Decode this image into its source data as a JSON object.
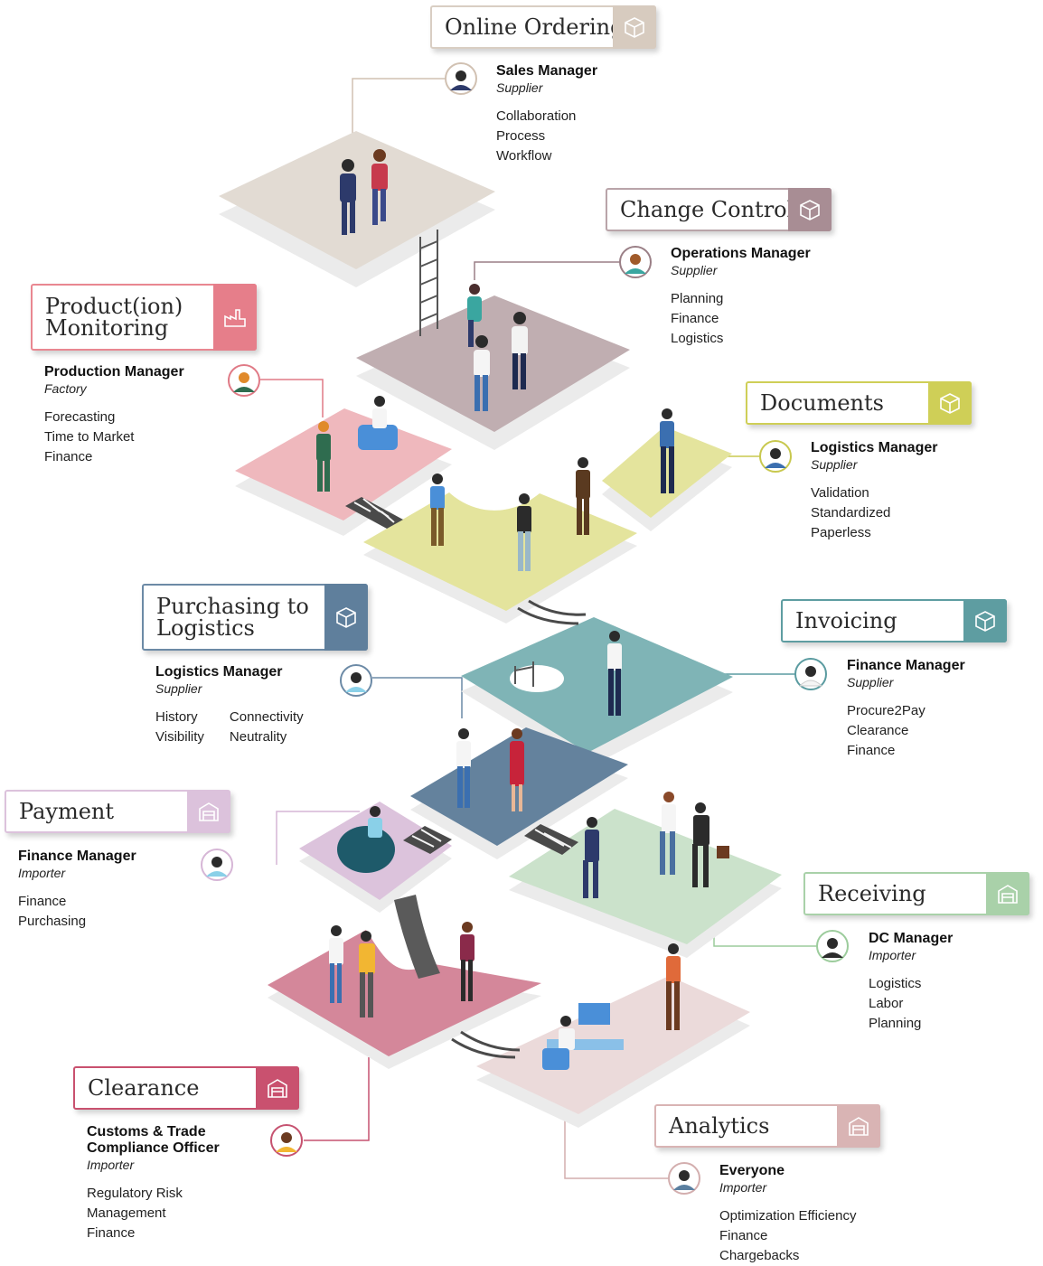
{
  "stations": [
    {
      "id": "online-ordering",
      "title": "Online Ordering",
      "color": "#d7cbbf",
      "role": "Sales Manager",
      "org": "Supplier",
      "items": [
        "Collaboration",
        "Process",
        "Workflow"
      ]
    },
    {
      "id": "change-control",
      "title": "Change Control",
      "color": "#a88d94",
      "role": "Operations Manager",
      "org": "Supplier",
      "items": [
        "Planning",
        "Finance",
        "Logistics"
      ]
    },
    {
      "id": "production-monitoring",
      "title": "Product(ion)\nMonitoring",
      "color": "#e67e8a",
      "role": "Production Manager",
      "org": "Factory",
      "items": [
        "Forecasting",
        "Time to Market",
        "Finance"
      ]
    },
    {
      "id": "documents",
      "title": "Documents",
      "color": "#cfcf57",
      "role": "Logistics Manager",
      "org": "Supplier",
      "items": [
        "Validation",
        "Standardized",
        "Paperless"
      ]
    },
    {
      "id": "purchasing-logistics",
      "title": "Purchasing to\nLogistics",
      "color": "#5f7f9c",
      "role": "Logistics Manager",
      "org": "Supplier",
      "items_col1": [
        "History",
        "Visibility"
      ],
      "items_col2": [
        "Connectivity",
        "Neutrality"
      ]
    },
    {
      "id": "invoicing",
      "title": "Invoicing",
      "color": "#5e9da1",
      "role": "Finance Manager",
      "org": "Supplier",
      "items": [
        "Procure2Pay",
        "Clearance",
        "Finance"
      ]
    },
    {
      "id": "payment",
      "title": "Payment",
      "color": "#dcc2dc",
      "role": "Finance Manager",
      "org": "Importer",
      "items": [
        "Finance",
        "Purchasing"
      ]
    },
    {
      "id": "receiving",
      "title": "Receiving",
      "color": "#a9d1a9",
      "role": "DC Manager",
      "org": "Importer",
      "items": [
        "Logistics",
        "Labor",
        "Planning"
      ]
    },
    {
      "id": "clearance",
      "title": "Clearance",
      "color": "#c9516f",
      "role": "Customs & Trade\nCompliance Officer",
      "org": "Importer",
      "items": [
        "Regulatory Risk",
        "Management",
        "Finance"
      ]
    },
    {
      "id": "analytics",
      "title": "Analytics",
      "color": "#d9b4b4",
      "role": "Everyone",
      "org": "Importer",
      "items": [
        "Optimization Efficiency",
        "Finance",
        "Chargebacks"
      ]
    }
  ]
}
